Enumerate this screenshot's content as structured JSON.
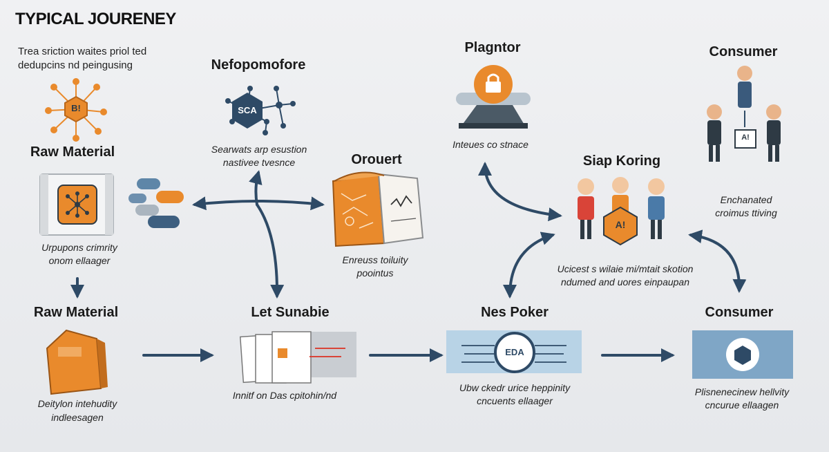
{
  "title": "TYPICAL JOURENEY",
  "intro": [
    "Trea sriction waites priol ted",
    "dedupcins nd peingusing"
  ],
  "nodes": {
    "top_left_heading": "Raw Material",
    "top_left_icon_label": "B!",
    "top_left_caption": [
      "Urpupons crimrity",
      "onom ellaager"
    ],
    "nef_heading": "Nefopomofore",
    "nef_icon_label": "SCA",
    "nef_caption": [
      "Searwats arp esustion",
      "nastivee tvesnce"
    ],
    "orouert_heading": "Orouert",
    "orouert_caption": [
      "Enreuss toiluity",
      "poointus"
    ],
    "plagntor_heading": "Plagntor",
    "plagntor_caption": "Inteues co stnace",
    "siap_heading": "Siap Koring",
    "siap_badge": "A!",
    "siap_caption": [
      "Ucicest s wilaie mi/mtait skotion",
      "ndumed and uores einpaupan"
    ],
    "consumer_top_heading": "Consumer",
    "consumer_top_board": "A!",
    "consumer_top_caption": [
      "Enchanated",
      "croimus ttiving"
    ],
    "raw_bottom_heading": "Raw Material",
    "raw_bottom_caption": [
      "Deitylon intehudity",
      "indleesagen"
    ],
    "let_heading": "Let Sunabie",
    "let_caption": "Innitf on Das cpitohin/nd",
    "nes_heading": "Nes Poker",
    "nes_icon_label": "EDA",
    "nes_caption": [
      "Ubw ckedr urice  heppinity",
      "cncuents ellaager"
    ],
    "consumer_bottom_heading": "Consumer",
    "consumer_bottom_caption": [
      "Plisnenecinew hellvity",
      "cncurue ellaagen"
    ]
  },
  "colors": {
    "orange": "#e98a2c",
    "navy": "#2e4a66",
    "light_blue": "#b8d3e6"
  }
}
